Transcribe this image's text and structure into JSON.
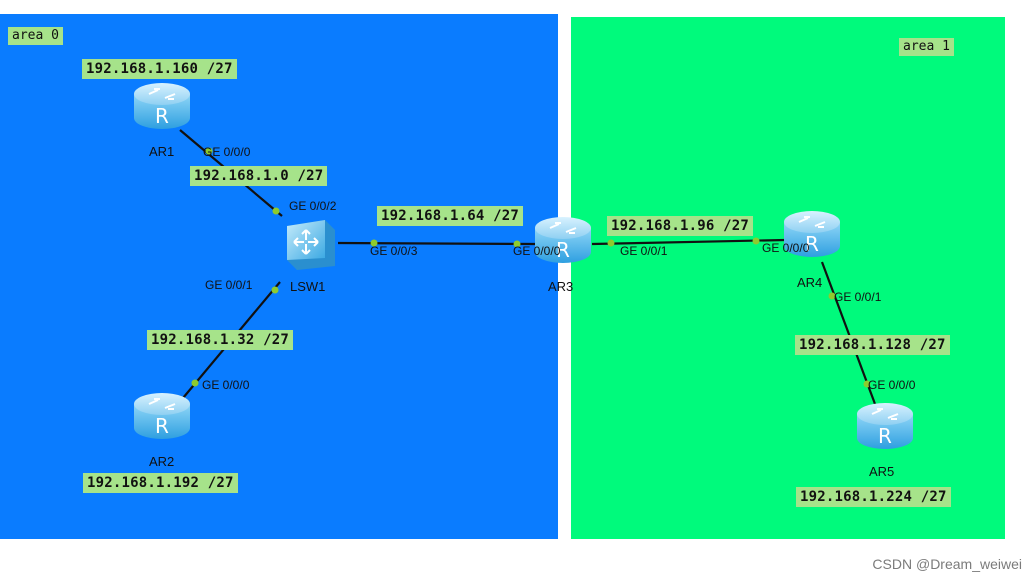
{
  "areas": [
    {
      "id": "area0",
      "label": "area 0",
      "color": "#0a7cff"
    },
    {
      "id": "area1",
      "label": "area 1",
      "color": "#00fa7c"
    }
  ],
  "devices": {
    "ar1": "AR1",
    "ar2": "AR2",
    "ar3": "AR3",
    "ar4": "AR4",
    "ar5": "AR5",
    "lsw1": "LSW1"
  },
  "subnets": {
    "ar1_lan": "192.168.1.160 /27",
    "ar1_lsw1": "192.168.1.0 /27",
    "ar2_lsw1": "192.168.1.32 /27",
    "ar2_lan": "192.168.1.192 /27",
    "lsw1_ar3": "192.168.1.64 /27",
    "ar3_ar4": "192.168.1.96 /27",
    "ar4_ar5": "192.168.1.128 /27",
    "ar5_lan": "192.168.1.224 /27"
  },
  "ports": {
    "ar1_ge000": "GE 0/0/0",
    "lsw1_ge002": "GE 0/0/2",
    "lsw1_ge001": "GE 0/0/1",
    "lsw1_ge003": "GE 0/0/3",
    "ar2_ge000": "GE 0/0/0",
    "ar3_ge000": "GE 0/0/0",
    "ar3_ge001": "GE 0/0/1",
    "ar4_ge000": "GE 0/0/0",
    "ar4_ge001": "GE 0/0/1",
    "ar5_ge000": "GE 0/0/0"
  },
  "colors": {
    "label_bg": "#a6e38a",
    "link": "#111111",
    "port_dot": "#8ecb2e",
    "router": "#4fb8ea"
  },
  "watermark": "CSDN @Dream_weiwei"
}
